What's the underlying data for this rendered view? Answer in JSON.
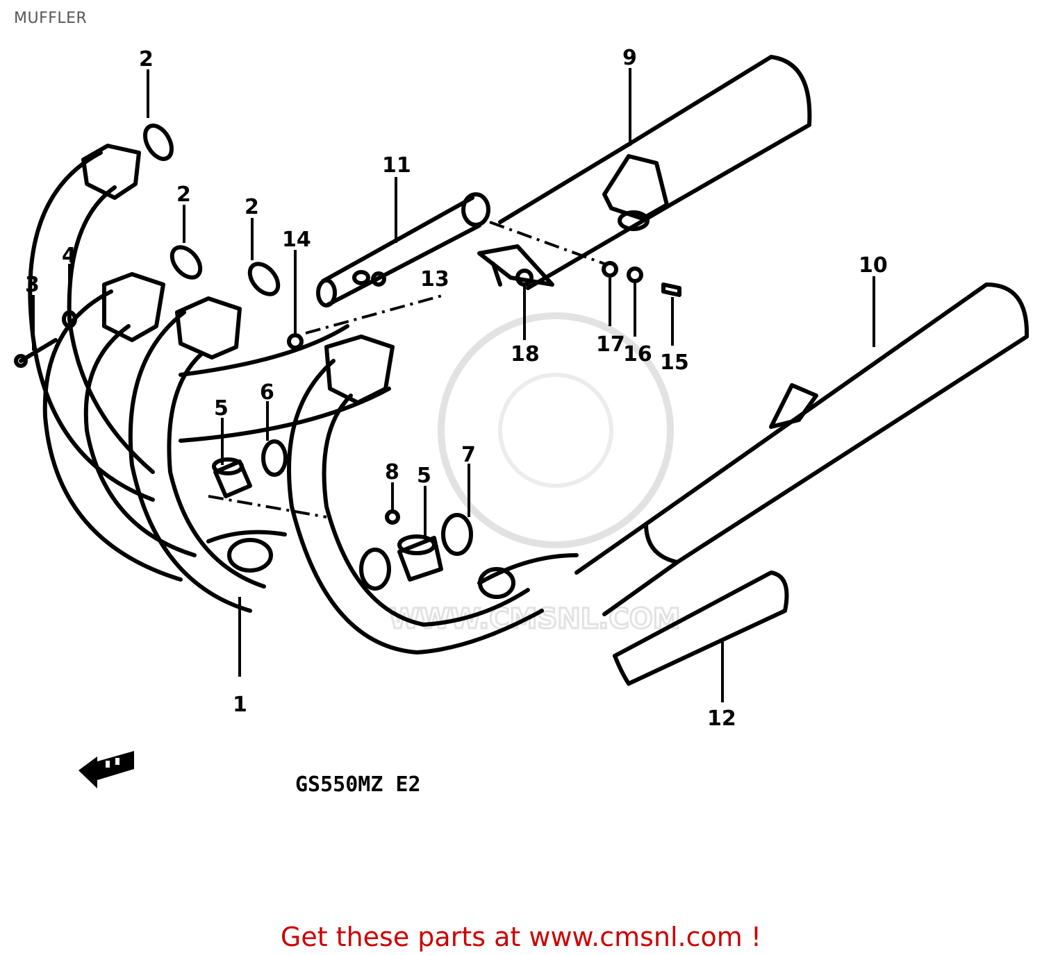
{
  "page": {
    "title": "MUFFLER",
    "footer_text": "Get these parts at www.cmsnl.com !"
  },
  "diagram": {
    "model_label": "GS550MZ E2",
    "watermark_text": "WWW.CMSNL.COM",
    "callouts": [
      "1",
      "2",
      "2",
      "2",
      "3",
      "4",
      "5",
      "5",
      "6",
      "7",
      "8",
      "9",
      "10",
      "11",
      "12",
      "13",
      "14",
      "15",
      "16",
      "17",
      "18"
    ]
  },
  "colors": {
    "line": "#000000",
    "title": "#555555",
    "footer": "#cc0000",
    "watermark": "#e2e2e2"
  },
  "icons": [
    "front-arrow-icon"
  ]
}
